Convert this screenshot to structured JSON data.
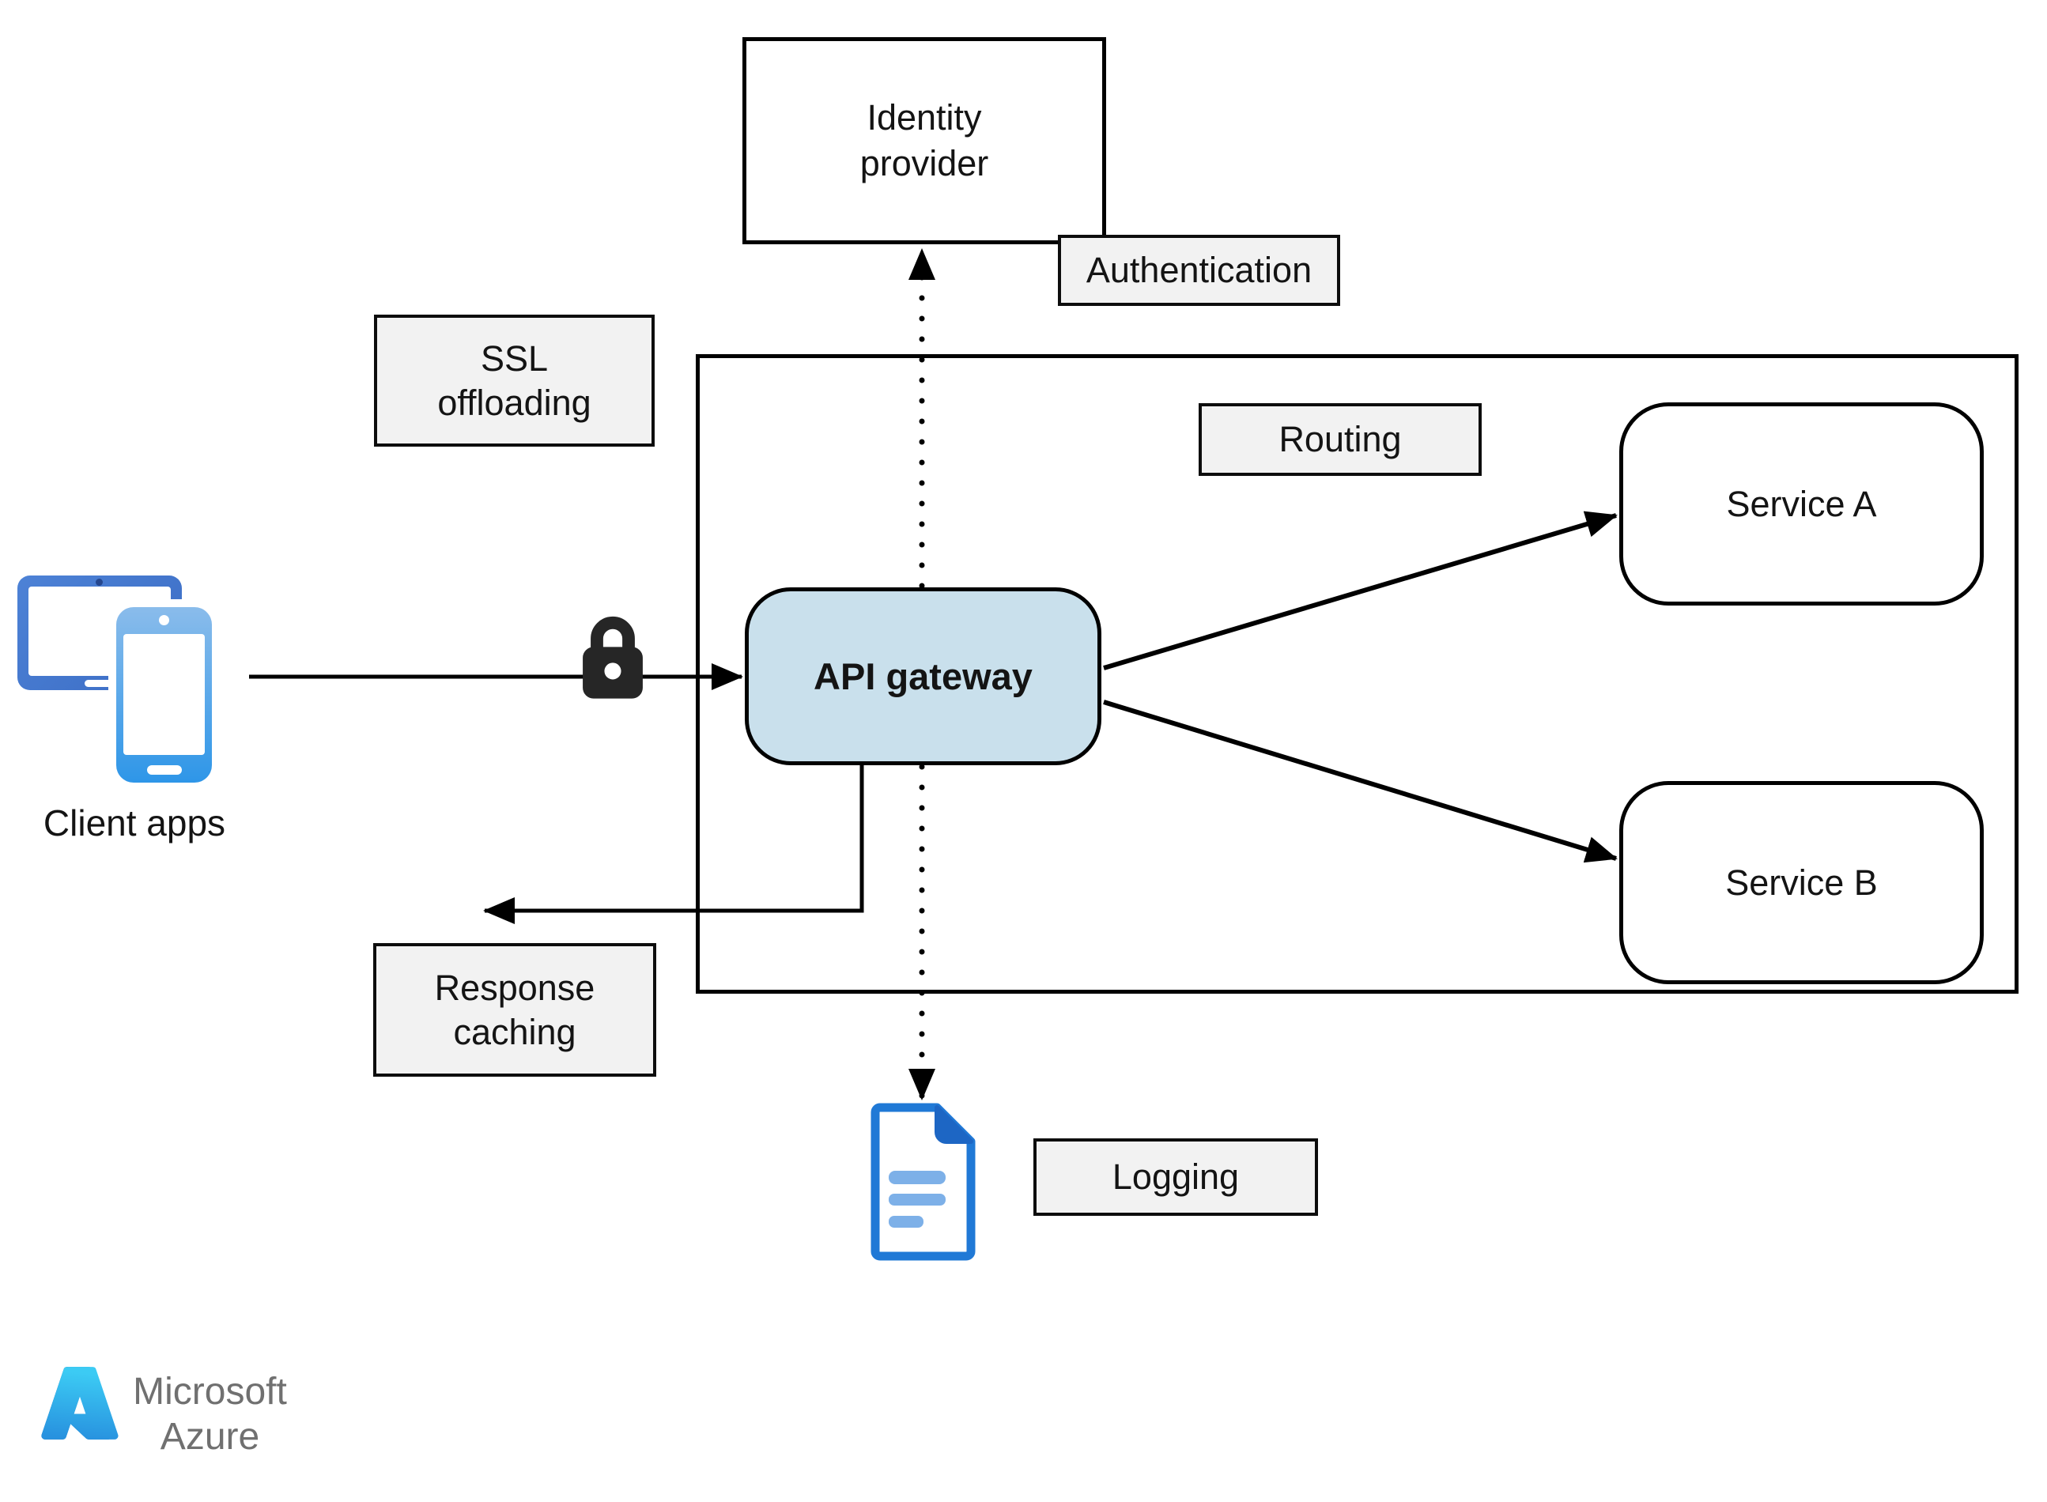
{
  "nodes": {
    "identity_provider": {
      "label": "Identity\nprovider"
    },
    "api_gateway": {
      "label": "API gateway"
    },
    "service_a": {
      "label": "Service A"
    },
    "service_b": {
      "label": "Service B"
    },
    "client_apps": {
      "label": "Client apps"
    }
  },
  "annotations": {
    "authentication": {
      "label": "Authentication"
    },
    "ssl_offloading": {
      "label": "SSL\noffloading"
    },
    "routing": {
      "label": "Routing"
    },
    "response_caching": {
      "label": "Response\ncaching"
    },
    "logging": {
      "label": "Logging"
    }
  },
  "footer": {
    "brand": "Microsoft\nAzure"
  },
  "icons": {
    "lock": "lock-icon",
    "tablet": "tablet-icon",
    "phone": "smartphone-icon",
    "document": "log-document-icon",
    "azure": "azure-logo"
  },
  "colors": {
    "api_gateway_fill": "#c9e0ec",
    "annotation_fill": "#f2f2f2",
    "line": "#000000",
    "lock": "#262626",
    "tablet_blue": "#3b6cc4",
    "phone_blue": "#2e96e8",
    "doc_outline_blue": "#2079d6",
    "doc_fold_blue": "#1d66c4",
    "doc_text_blue": "#7db0e8",
    "brand_text": "#707070",
    "azure_logo_dark": "#114a8b",
    "azure_logo_mid": "#0078d4",
    "azure_logo_light": "#3ccbf4"
  }
}
